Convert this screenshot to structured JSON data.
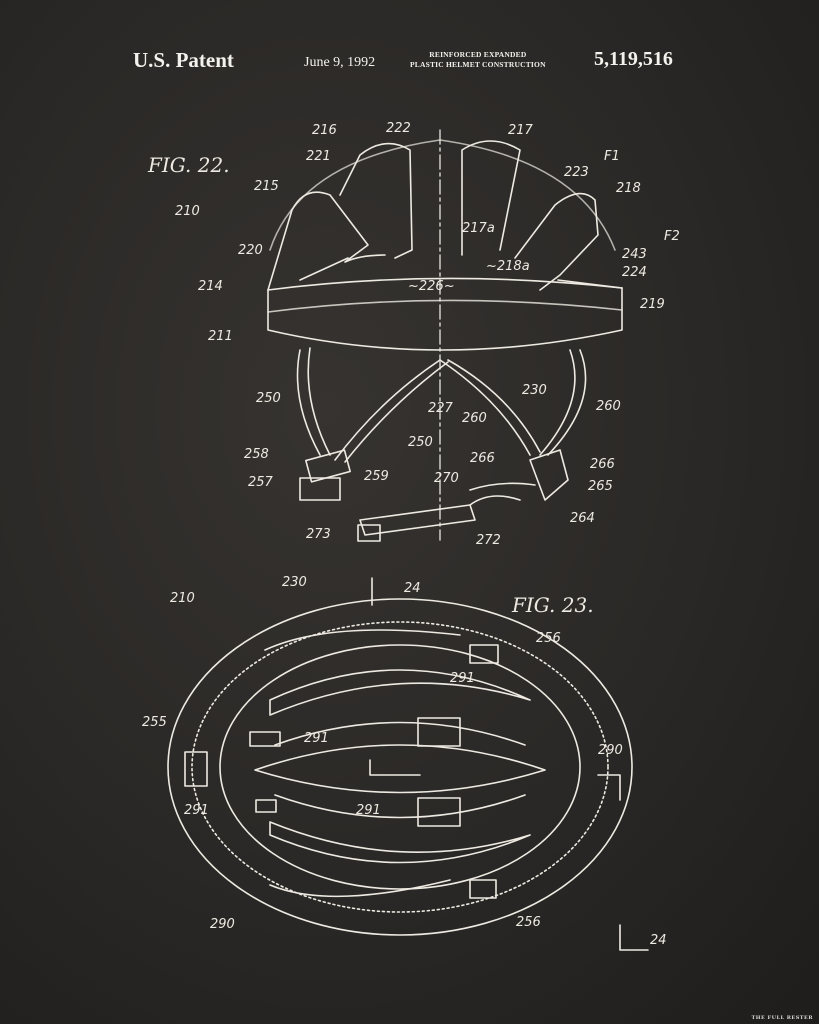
{
  "header": {
    "left": "U.S. Patent",
    "date": "June 9, 1992",
    "title_line1": "REINFORCED EXPANDED",
    "title_line2": "PLASTIC HELMET CONSTRUCTION",
    "number": "5,119,516"
  },
  "figures": {
    "fig22": "FIG. 22.",
    "fig23": "FIG. 23."
  },
  "fig22_labels": [
    "216",
    "222",
    "217",
    "F1",
    "221",
    "223",
    "218",
    "215",
    "F2",
    "210",
    "217a",
    "243",
    "220",
    "224",
    "~218a",
    "~226~",
    "214",
    "219",
    "211",
    "250",
    "227",
    "260",
    "230",
    "260",
    "250",
    "258",
    "266",
    "266",
    "259",
    "270",
    "265",
    "257",
    "264",
    "273",
    "272"
  ],
  "fig23_labels": [
    "210",
    "230",
    "24",
    "256",
    "291",
    "255",
    "291",
    "290",
    "291",
    "291",
    "290",
    "256",
    "24"
  ],
  "watermark": "THE FULL RESTER",
  "colors": {
    "board": "#2b2927",
    "chalk": "#f2f0ea"
  }
}
